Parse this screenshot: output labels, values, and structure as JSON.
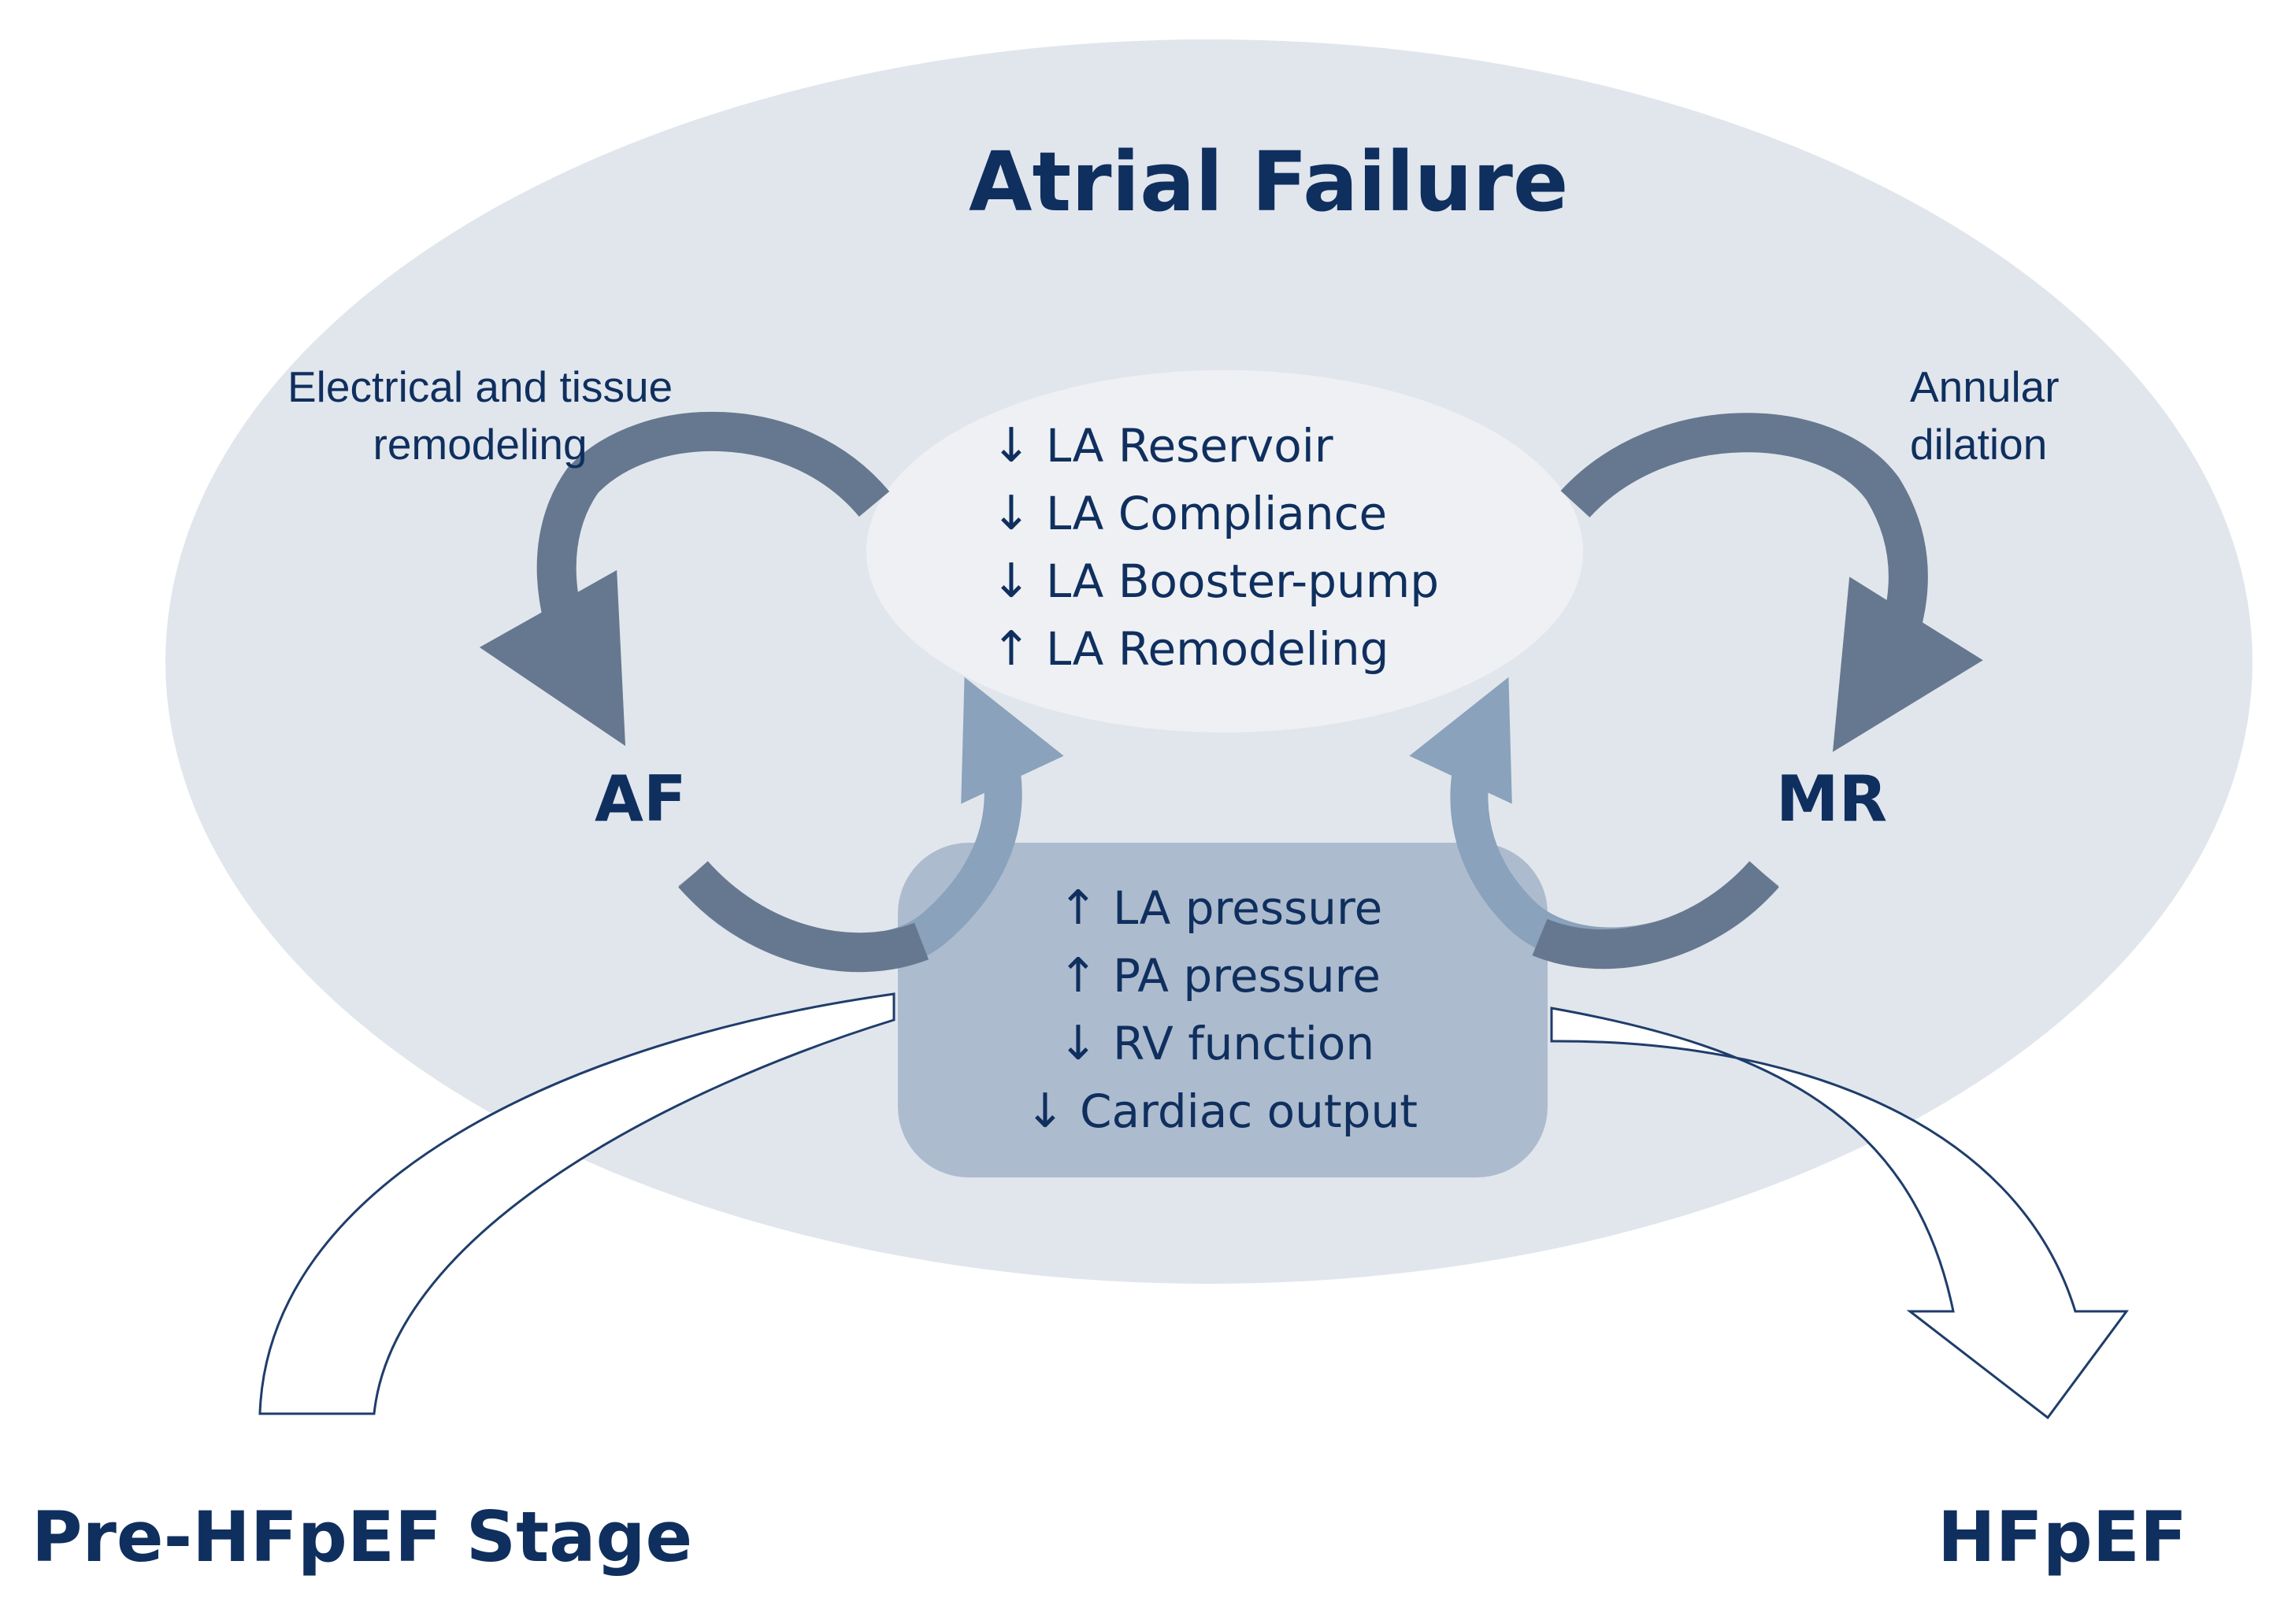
{
  "title": "Atrial Failure",
  "colors": {
    "outer_ellipse": "#e1e6ed",
    "inner_ellipse": "#eef0f4",
    "bottom_box": "#aab8cc",
    "curved_arrow_dark": "#66788f",
    "curved_arrow_light": "#8aa2bb",
    "text": "#0f2f5e"
  },
  "nodes": {
    "af": "AF",
    "mr": "MR"
  },
  "annotations": {
    "left_line1": "Electrical and tissue",
    "left_line2": "remodeling",
    "right_line1": "Annular",
    "right_line2": "dilation"
  },
  "atrial_function": [
    {
      "arrow": "↓",
      "text": "LA Reservoir"
    },
    {
      "arrow": "↓",
      "text": "LA Compliance"
    },
    {
      "arrow": "↓",
      "text": "LA Booster-pump"
    },
    {
      "arrow": "↑",
      "text": "LA Remodeling"
    }
  ],
  "hemodynamics": [
    {
      "arrow": "↑",
      "text": "LA pressure"
    },
    {
      "arrow": "↑",
      "text": "PA pressure"
    },
    {
      "arrow": "↓",
      "text": "RV function"
    },
    {
      "arrow": "↓",
      "text": "Cardiac output"
    }
  ],
  "stages": {
    "left": "Pre-HFpEF Stage",
    "right": "HFpEF"
  }
}
